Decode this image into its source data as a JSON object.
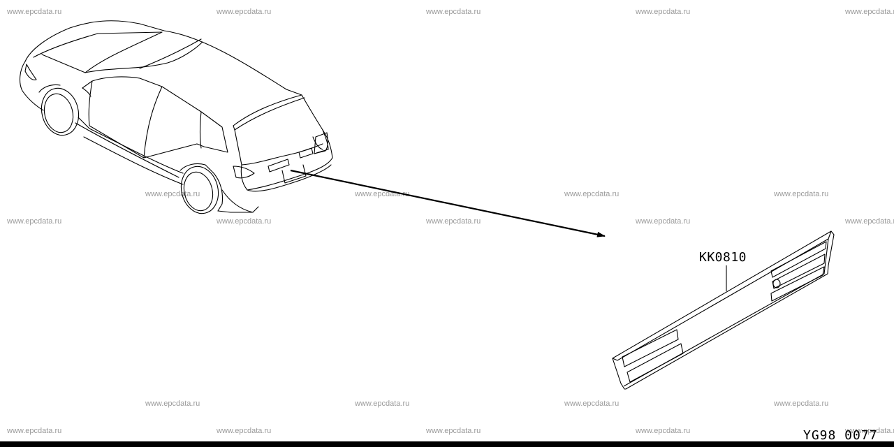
{
  "watermark_text": "www.epcdata.ru",
  "part_number": "KK0810",
  "diagram_code": "YG98 0077"
}
